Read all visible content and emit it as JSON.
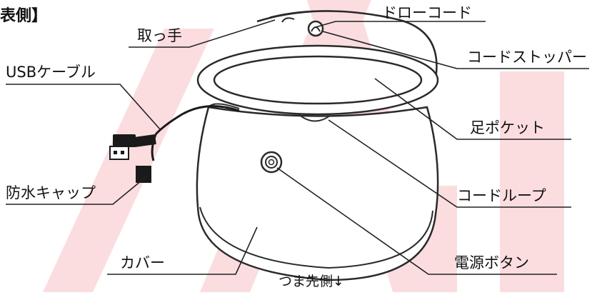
{
  "heading": "表側】",
  "labels": {
    "handle": "取っ手",
    "draw_cord": "ドローコード",
    "cord_stopper": "コードストッパー",
    "usb_cable": "USBケーブル",
    "foot_pocket": "足ポケット",
    "waterproof_cap": "防水キャップ",
    "cord_loop": "コードループ",
    "cover": "カバー",
    "power_button": "電源ボタン",
    "toe_side": "つま先側↓"
  },
  "colors": {
    "watermark": "#fbdde0",
    "outline": "#2a2a2a",
    "leader": "#222222",
    "body_fill": "#ffffff"
  },
  "icons": [
    "usb-plug-icon",
    "waterproof-cap-icon",
    "power-button-icon"
  ]
}
